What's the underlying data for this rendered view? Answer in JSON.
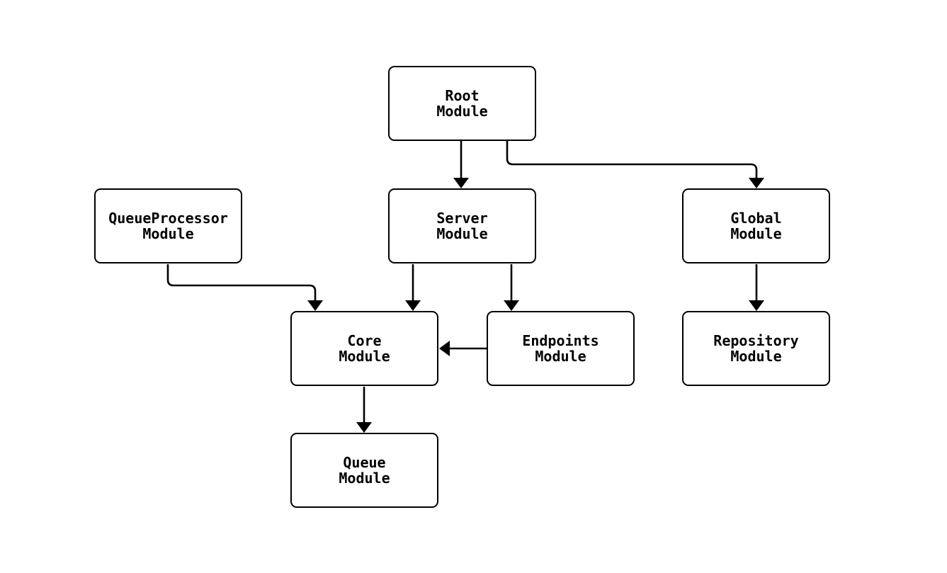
{
  "diagram": {
    "type": "module-dependency-graph",
    "background": "#ffffff",
    "colors": {
      "node_fill": "#ffffff",
      "node_border": "#000000",
      "edge": "#000000",
      "text": "#000000"
    },
    "nodes": {
      "root": {
        "line1": "Root",
        "line2": "Module"
      },
      "queueprocessor": {
        "line1": "QueueProcessor",
        "line2": "Module"
      },
      "server": {
        "line1": "Server",
        "line2": "Module"
      },
      "global": {
        "line1": "Global",
        "line2": "Module"
      },
      "core": {
        "line1": "Core",
        "line2": "Module"
      },
      "endpoints": {
        "line1": "Endpoints",
        "line2": "Module"
      },
      "repository": {
        "line1": "Repository",
        "line2": "Module"
      },
      "queue": {
        "line1": "Queue",
        "line2": "Module"
      }
    },
    "edges": [
      {
        "from": "Root Module",
        "to": "Server Module"
      },
      {
        "from": "Root Module",
        "to": "Global Module"
      },
      {
        "from": "QueueProcessor Module",
        "to": "Core Module"
      },
      {
        "from": "Server Module",
        "to": "Core Module"
      },
      {
        "from": "Server Module",
        "to": "Endpoints Module"
      },
      {
        "from": "Endpoints Module",
        "to": "Core Module"
      },
      {
        "from": "Global Module",
        "to": "Repository Module"
      },
      {
        "from": "Core Module",
        "to": "Queue Module"
      }
    ]
  }
}
